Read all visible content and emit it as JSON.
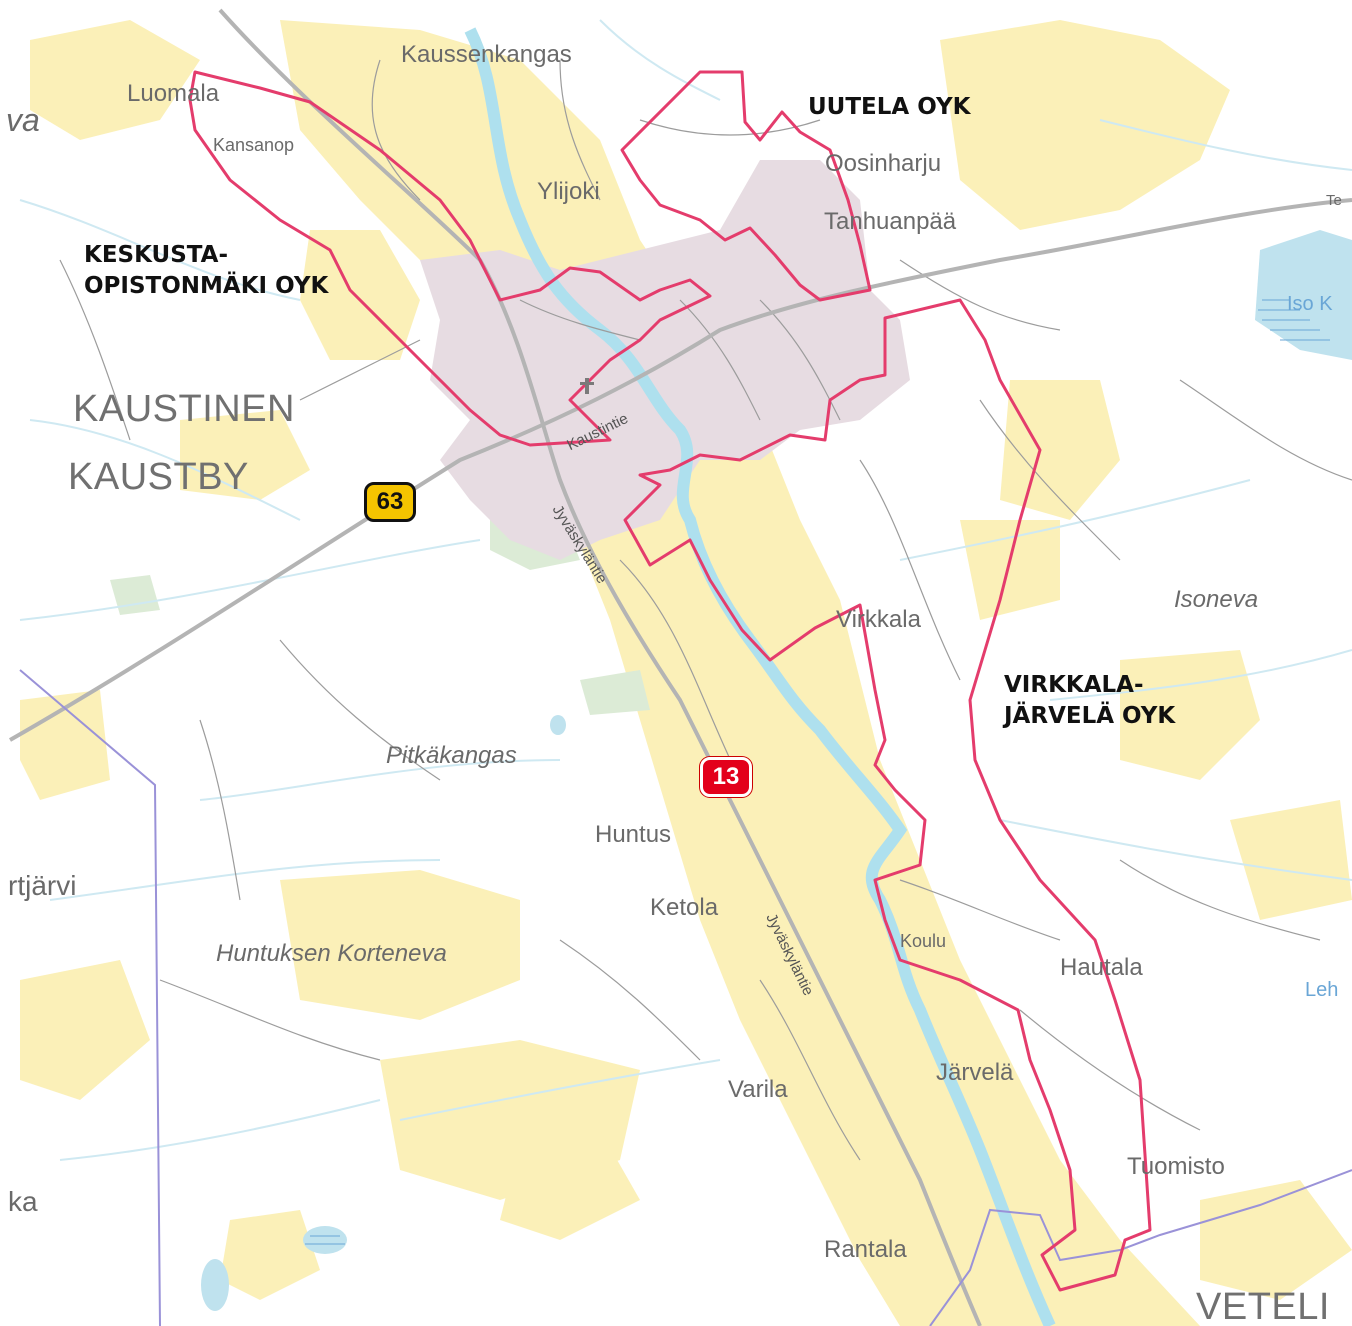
{
  "colors": {
    "background": "#ffffff",
    "field": "#fbf0b8",
    "urban": "#e7dce2",
    "forest_green": "#dcebd6",
    "river": "#aee0ee",
    "stream": "#bfe2ee",
    "road_main": "#b4b4b4",
    "road_minor": "#9c9c9c",
    "boundary_red": "#e43c6c",
    "municipal_border": "#9a92d8"
  },
  "zones": {
    "keskusta_line1": "KESKUSTA-",
    "keskusta_line2": "OPISTONMÄKI OYK",
    "uutela": "UUTELA OYK",
    "virkkala_line1": "VIRKKALA-",
    "virkkala_line2": "JÄRVELÄ OYK"
  },
  "municipalities": {
    "kaustinen": "KAUSTINEN",
    "kaustby": "KAUSTBY",
    "veteli": "VETELI"
  },
  "places": {
    "kaussenkangas": "Kaussenkangas",
    "luomala": "Luomala",
    "kansanop": "Kansanop",
    "ylijoki": "Ylijoki",
    "oosinharju": "Oosinharju",
    "tanhuanpaa": "Tanhuanpää",
    "virkkala": "Virkkala",
    "huntus": "Huntus",
    "ketola": "Ketola",
    "koulu": "Koulu",
    "hautala": "Hautala",
    "jarvela": "Järvelä",
    "varila": "Varila",
    "tuomisto": "Tuomisto",
    "rantala": "Rantala",
    "rtjarvi": "rtjärvi",
    "ka": "ka",
    "va": "va"
  },
  "terrain": {
    "isoneva": "Isoneva",
    "pitkakangas": "Pitkäkangas",
    "huntuksen_korteneva": "Huntuksen Korteneva"
  },
  "water": {
    "iso_k": "Iso K",
    "leh": "Leh",
    "te": "Te"
  },
  "roads": {
    "kaustintie": "Kaustintie",
    "jyvaskylantie_1": "Jyväskyläntie",
    "jyvaskylantie_2": "Jyväskyläntie",
    "shield_63": "63",
    "shield_13": "13"
  },
  "icons": {
    "church": "church-icon"
  }
}
